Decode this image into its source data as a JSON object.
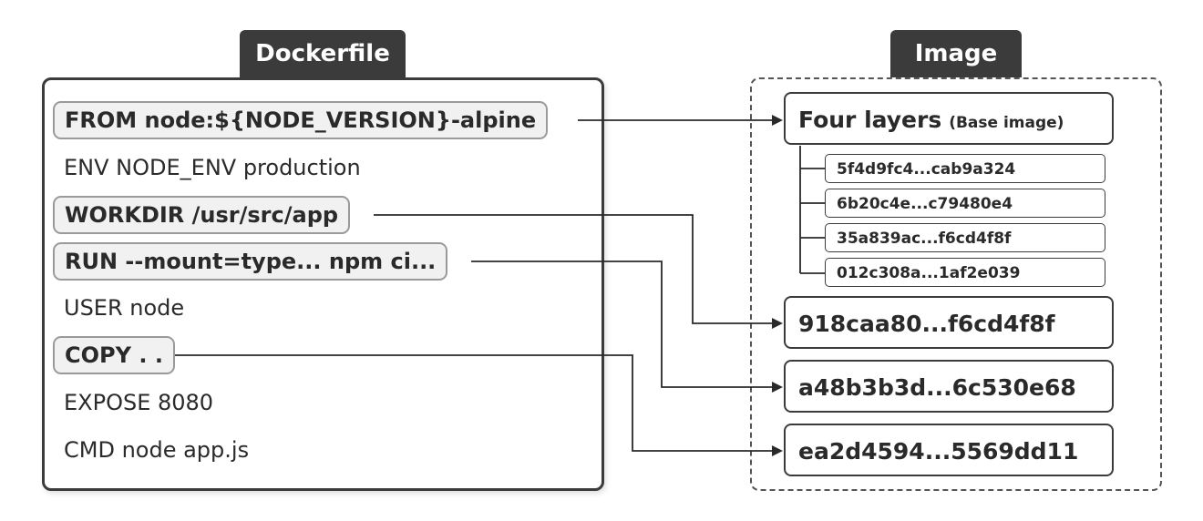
{
  "dockerfile": {
    "title": "Dockerfile",
    "lines": [
      {
        "text": "FROM node:${NODE_VERSION}-alpine",
        "highlighted": true
      },
      {
        "text": "ENV NODE_ENV production",
        "highlighted": false
      },
      {
        "text": "WORKDIR /usr/src/app",
        "highlighted": true
      },
      {
        "text": "RUN --mount=type... npm ci...",
        "highlighted": true
      },
      {
        "text": "USER node",
        "highlighted": false
      },
      {
        "text": "COPY . .",
        "highlighted": true
      },
      {
        "text": "EXPOSE 8080",
        "highlighted": false
      },
      {
        "text": "CMD node app.js",
        "highlighted": false
      }
    ]
  },
  "image": {
    "title": "Image",
    "base_layer": {
      "label": "Four layers",
      "note": "(Base image)",
      "sub_layers": [
        "5f4d9fc4...cab9a324",
        "6b20c4e...c79480e4",
        "35a839ac...f6cd4f8f",
        "012c308a...1af2e039"
      ]
    },
    "layers": [
      "918caa80...f6cd4f8f",
      "a48b3b3d...6c530e68",
      "ea2d4594...5569dd11"
    ]
  }
}
